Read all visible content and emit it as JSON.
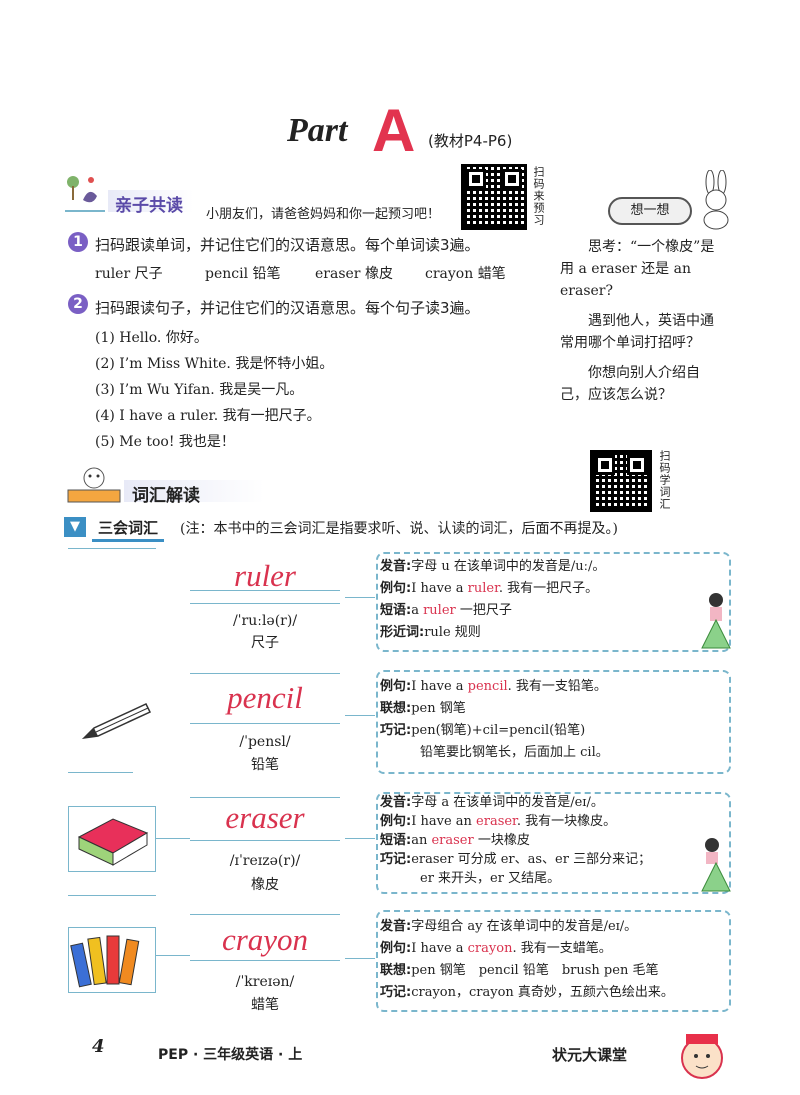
{
  "header": {
    "part_word": "Part",
    "part_letter": "A",
    "textbook_ref": "(教材P4-P6)",
    "scan_label": "扫码来预习"
  },
  "preview": {
    "title": "亲子共读",
    "intro": "小朋友们，请爸爸妈妈和你一起预习吧！",
    "steps": [
      {
        "badge": "1",
        "text": "扫码跟读单词，并记住它们的汉语意思。每个单词读3遍。"
      },
      {
        "badge": "2",
        "text": "扫码跟读句子，并记住它们的汉语意思。每个句子读3遍。"
      }
    ],
    "words": [
      {
        "en": "ruler",
        "zh": "尺子"
      },
      {
        "en": "pencil",
        "zh": "铅笔"
      },
      {
        "en": "eraser",
        "zh": "橡皮"
      },
      {
        "en": "crayon",
        "zh": "蜡笔"
      }
    ],
    "sentences": [
      "(1) Hello. 你好。",
      "(2) I’m Miss White. 我是怀特小姐。",
      "(3) I’m Wu Yifan. 我是吴一凡。",
      "(4) I have a ruler. 我有一把尺子。",
      "(5) Me too! 我也是！"
    ]
  },
  "think": {
    "label": "想一想",
    "lines": [
      "思考：“一个橡皮”是",
      "用 a eraser 还是 an eraser?",
      "遇到他人，英语中通",
      "常用哪个单词打招呼？",
      "你想向别人介绍自",
      "己，应该怎么说？"
    ]
  },
  "vocab_section": {
    "title": "词汇解读",
    "scan_label": "扫码学词汇",
    "sub_title": "三会词汇",
    "note": "(注：本书中的三会词汇是指要求听、说、认读的词汇，后面不再提及。)"
  },
  "entries": [
    {
      "word": "ruler",
      "phonetic": "/ˈruːlə(r)/",
      "meaning": "尺子",
      "lines": [
        {
          "label": "发音:",
          "text": "字母 u 在该单词中的发音是/uː/。"
        },
        {
          "label": "例句:",
          "pre": "I have a ",
          "hl": "ruler",
          "post": ". 我有一把尺子。"
        },
        {
          "label": "短语:",
          "pre": "a ",
          "hl": "ruler",
          "post": " 一把尺子"
        },
        {
          "label": "形近词:",
          "text": "rule 规则"
        }
      ]
    },
    {
      "word": "pencil",
      "phonetic": "/ˈpensl/",
      "meaning": "铅笔",
      "lines": [
        {
          "label": "例句:",
          "pre": "I have a ",
          "hl": "pencil",
          "post": ". 我有一支铅笔。"
        },
        {
          "label": "联想:",
          "text": "pen 钢笔"
        },
        {
          "label": "巧记:",
          "text": "pen(钢笔)+cil=pencil(铅笔)"
        },
        {
          "label": "",
          "text": "铅笔要比钢笔长，后面加上 cil。"
        }
      ]
    },
    {
      "word": "eraser",
      "phonetic": "/ɪˈreɪzə(r)/",
      "meaning": "橡皮",
      "lines": [
        {
          "label": "发音:",
          "text": "字母 a 在该单词中的发音是/eɪ/。"
        },
        {
          "label": "例句:",
          "pre": "I have an ",
          "hl": "eraser",
          "post": ". 我有一块橡皮。"
        },
        {
          "label": "短语:",
          "pre": "an ",
          "hl": "eraser",
          "post": " 一块橡皮"
        },
        {
          "label": "巧记:",
          "text": "eraser 可分成 er、as、er 三部分来记；"
        },
        {
          "label": "",
          "text": "er 来开头，er 又结尾。"
        }
      ]
    },
    {
      "word": "crayon",
      "phonetic": "/ˈkreɪən/",
      "meaning": "蜡笔",
      "lines": [
        {
          "label": "发音:",
          "text": "字母组合 ay 在该单词中的发音是/eɪ/。"
        },
        {
          "label": "例句:",
          "pre": "I have a ",
          "hl": "crayon",
          "post": ". 我有一支蜡笔。"
        },
        {
          "label": "联想:",
          "text": "pen 钢笔　pencil 铅笔　brush pen 毛笔"
        },
        {
          "label": "巧记:",
          "text": "crayon，crayon 真奇妙，五颜六色绘出来。"
        }
      ]
    }
  ],
  "footer": {
    "page_number": "4",
    "book": "PEP · 三年级英语 · 上",
    "brand": "状元大课堂"
  },
  "colors": {
    "accent_red": "#d9324e",
    "line_blue": "#7ab6cc",
    "badge_purple": "#7a5fc4"
  }
}
